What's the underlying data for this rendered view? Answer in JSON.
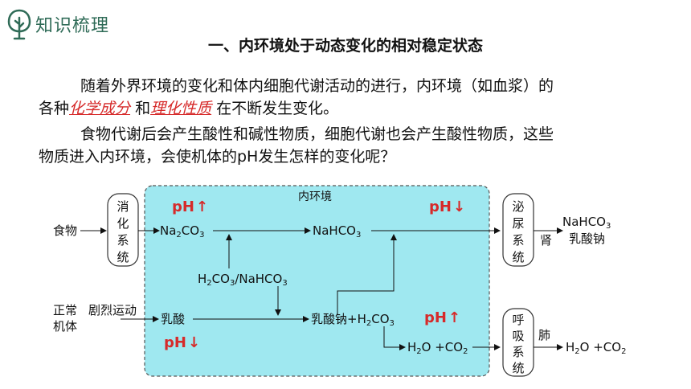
{
  "header": {
    "logo_icon": "tree-leaf-icon",
    "section_title": "知识梳理",
    "heading": "一、内环境处于动态变化的相对稳定状态"
  },
  "paragraph1": {
    "line1": "随着外界环境的变化和体内细胞代谢活动的进行，内环境（如血浆）的",
    "line2_a": "各种",
    "highlight1": "化学成分",
    "line2_b": "和",
    "highlight2": "理化性质",
    "line2_c": "在不断发生变化。"
  },
  "paragraph2": {
    "line1": "食物代谢后会产生酸性和碱性物质，细胞代谢也会产生酸性物质，这些",
    "line2": "物质进入内环境，会使机体的pH发生怎样的变化呢？"
  },
  "diagram": {
    "box_title": "内环境",
    "food": "食物",
    "digest": [
      "消",
      "化",
      "系",
      "统"
    ],
    "na2co3": {
      "a": "Na",
      "b": "2",
      "c": "CO",
      "d": "3"
    },
    "nahco3_mid": {
      "a": "NaHCO",
      "b": "3"
    },
    "buffer": {
      "a": "H",
      "b": "2",
      "c": "CO",
      "d": "3",
      "e": "/NaHCO",
      "f": "3"
    },
    "normal_body_1": "正常",
    "normal_body_2": "机体",
    "exercise": "剧烈运动",
    "lactic_acid": "乳酸",
    "sodium_lactate": {
      "a": "乳酸钠",
      "b": "+H",
      "c": "2",
      "d": "CO",
      "e": "3"
    },
    "h2o_co2_mid": {
      "a": "H",
      "b": "2",
      "c": "O +CO",
      "d": "2"
    },
    "urinary": [
      "泌",
      "尿",
      "系",
      "统"
    ],
    "kidney": "肾",
    "out_nahco3": {
      "a": "NaHCO",
      "b": "3"
    },
    "out_lactate": "乳酸钠",
    "respiratory": [
      "呼",
      "吸",
      "系",
      "统"
    ],
    "lung": "肺",
    "out_h2o_co2": {
      "a": "H",
      "b": "2",
      "c": "O +CO",
      "d": "2"
    },
    "ph_label": "pH",
    "up_arrow": "↑",
    "down_arrow": "↓",
    "colors": {
      "box_fill": "#9fe8f0",
      "red": "#d62a2a",
      "logo": "#2f6b57"
    }
  }
}
